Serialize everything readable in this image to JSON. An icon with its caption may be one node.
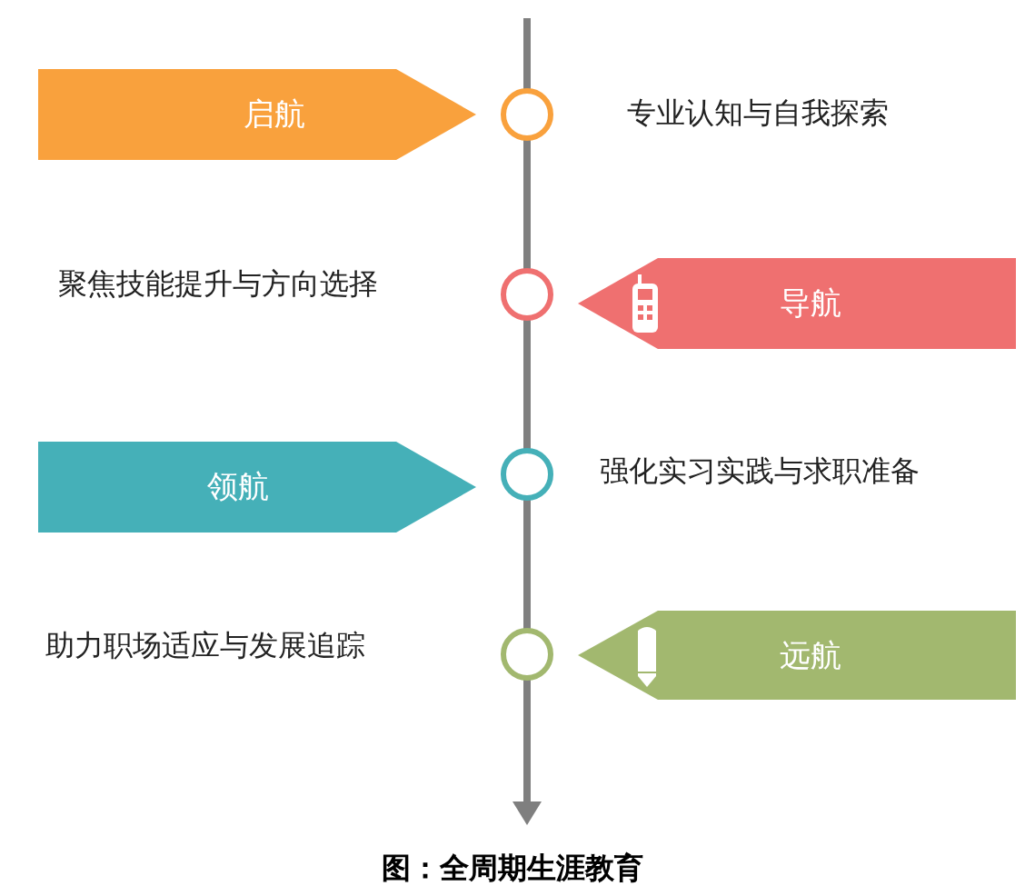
{
  "diagram": {
    "caption": "图：全周期生涯教育",
    "nodes": [
      {
        "text": [
          "启航"
        ]
      },
      {
        "text": [],
        "shape": "circle"
      },
      {
        "text": [],
        "shape": "circle"
      },
      {
        "text": [
          "导航"
        ]
      },
      {
        "text": [
          "领航"
        ]
      },
      {
        "text": [],
        "shape": "circle"
      },
      {
        "text": [],
        "shape": "circle"
      },
      {
        "text": [
          "远航"
        ]
      }
    ],
    "edges": [],
    "labels": [
      "专业认知与自我探索",
      "聚焦技能提升与方向选择",
      "强化实习实践与求职准备",
      "助力职场适应与发展追踪"
    ]
  }
}
